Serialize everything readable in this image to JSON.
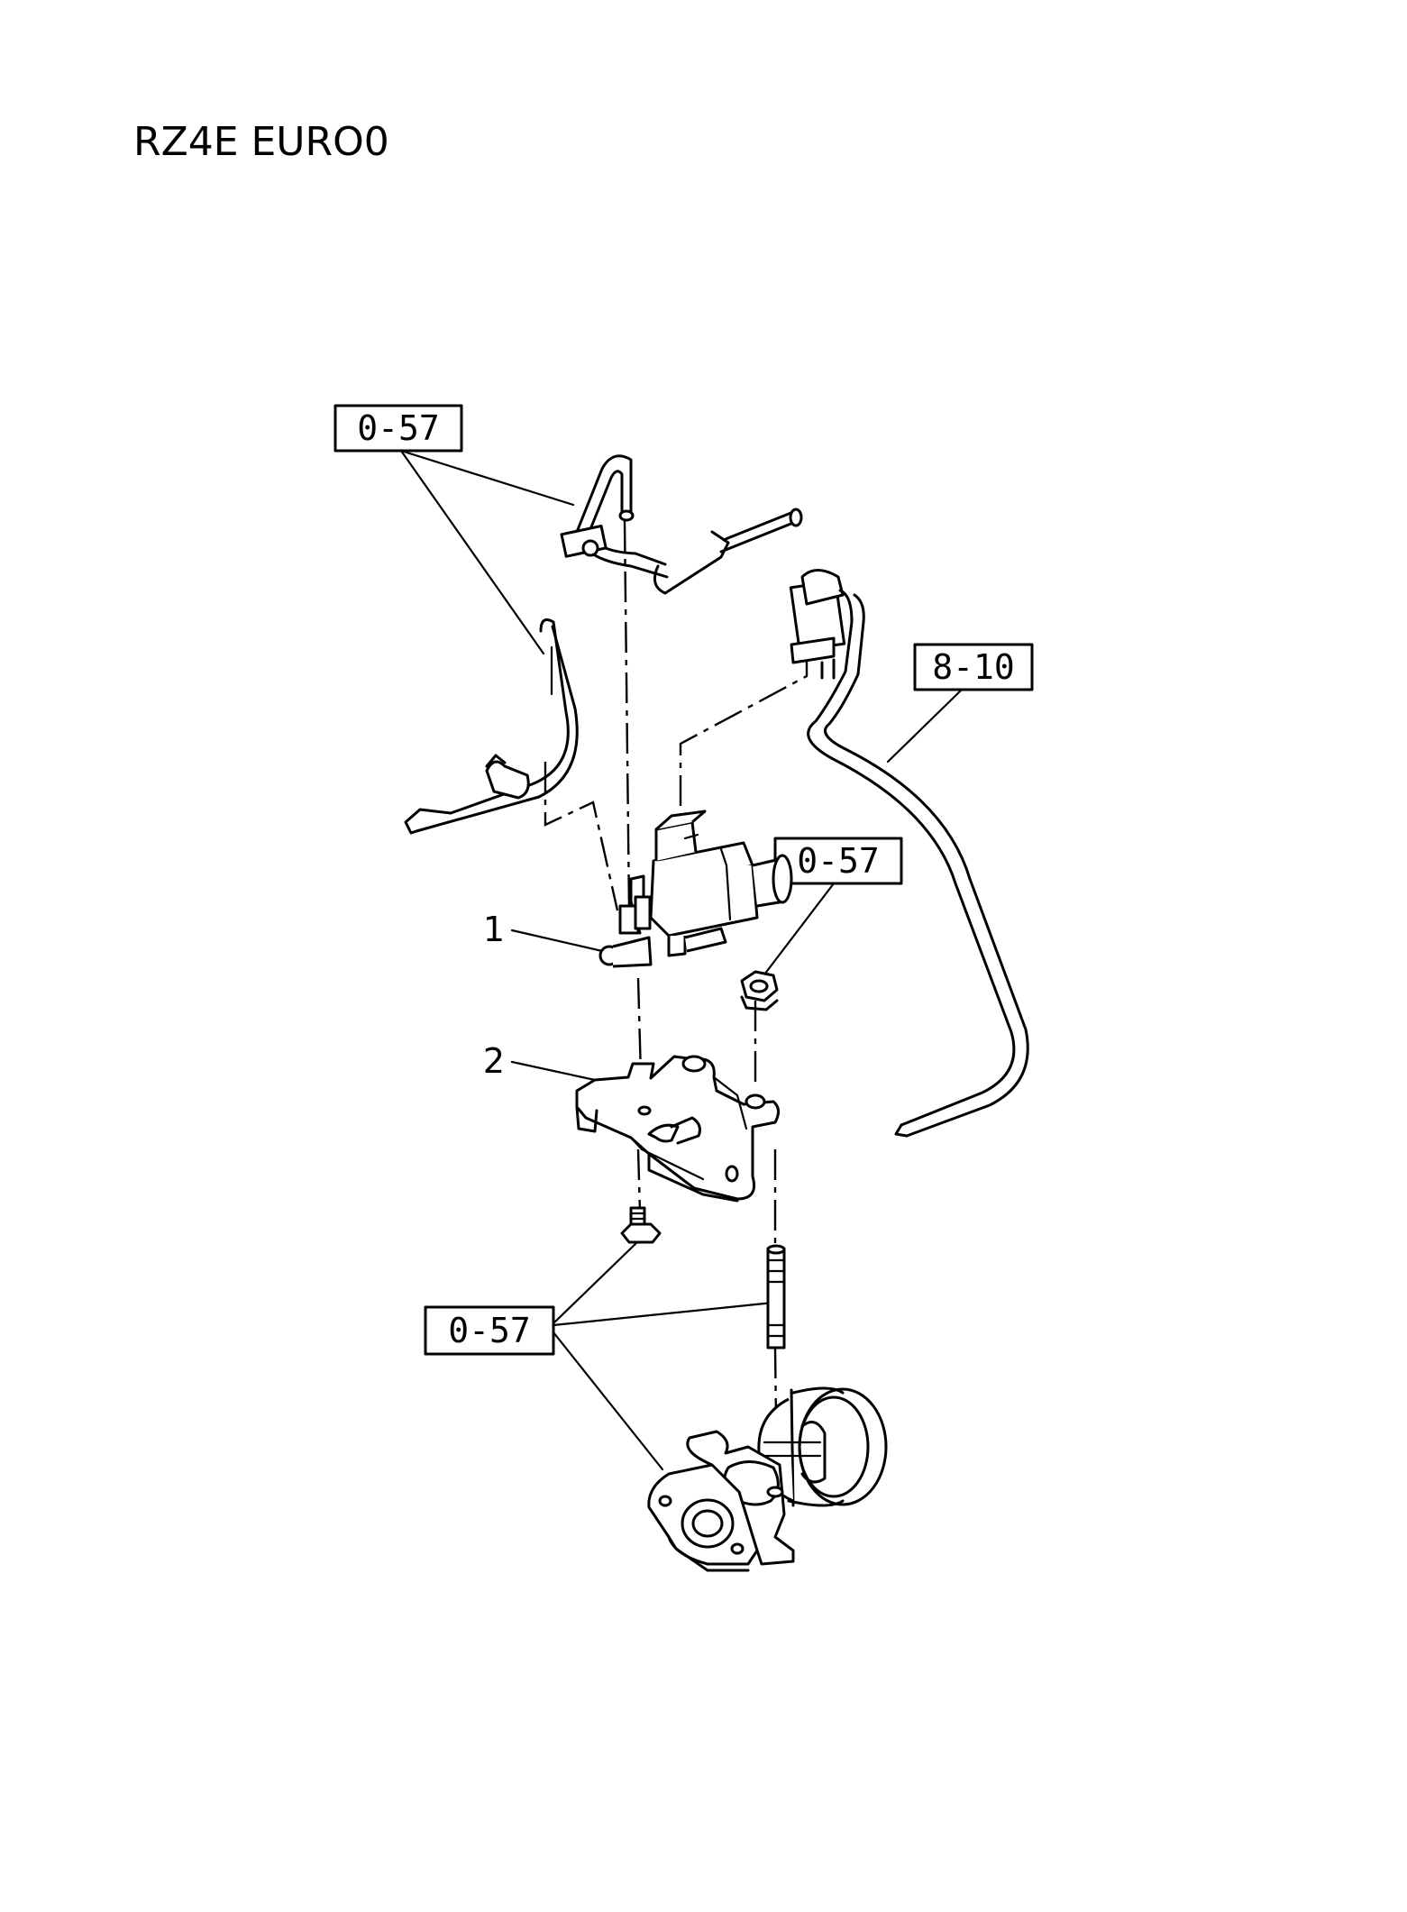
{
  "header": {
    "title": "RZ4E EURO0"
  },
  "callouts": {
    "ref_top_left": "0-57",
    "ref_right_hose": "8-10",
    "ref_nut": "0-57",
    "ref_bottom": "0-57"
  },
  "parts": {
    "item_1": "1",
    "item_2": "2"
  }
}
